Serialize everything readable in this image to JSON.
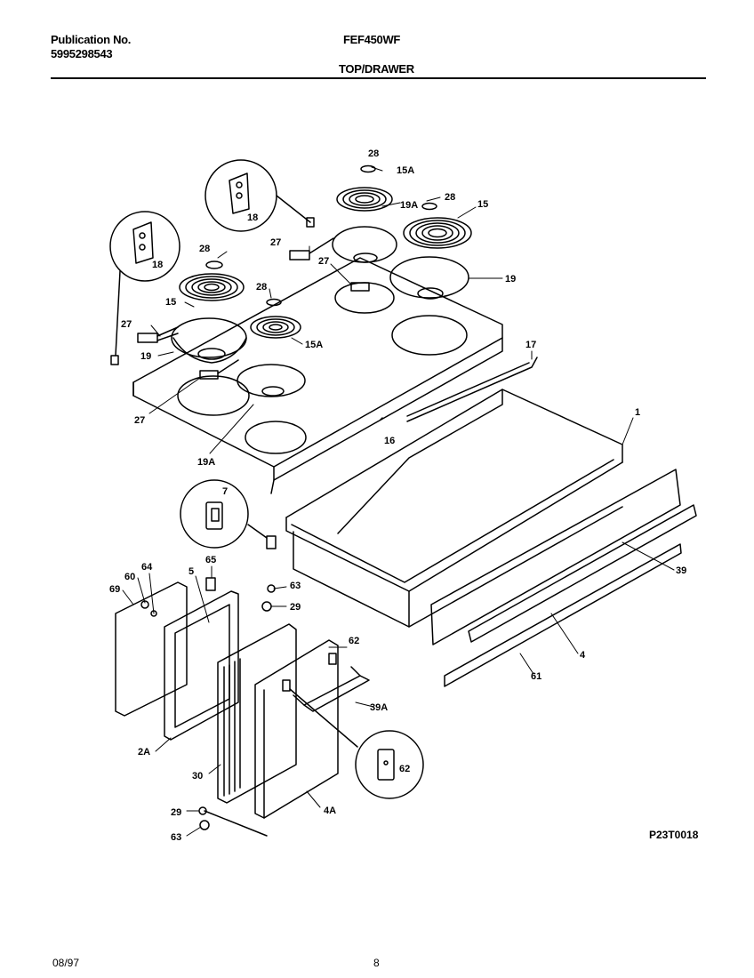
{
  "header": {
    "publication_label": "Publication No.",
    "publication_number": "5995298543",
    "model": "FEF450WF",
    "section": "TOP/DRAWER"
  },
  "footer": {
    "diagram_code": "P23T0018",
    "date": "08/97",
    "page": "8"
  },
  "callouts": {
    "c28a": "28",
    "c15a_top": "15A",
    "c19a_top": "19A",
    "c28b": "28",
    "c15_top": "15",
    "c18_top": "18",
    "c18_left": "18",
    "c27a": "27",
    "c27b": "27",
    "c19_right": "19",
    "c28c": "28",
    "c15_left": "15",
    "c28d": "28",
    "c27c": "27",
    "c15a_mid": "15A",
    "c19_left": "19",
    "c27d": "27",
    "c17": "17",
    "c1": "1",
    "c16": "16",
    "c19a_bot": "19A",
    "c7": "7",
    "c39": "39",
    "c65": "65",
    "c64": "64",
    "c60": "60",
    "c69": "69",
    "c5": "5",
    "c63a": "63",
    "c29a": "29",
    "c62a": "62",
    "c4": "4",
    "c61": "61",
    "c39a": "39A",
    "c62b": "62",
    "c2a": "2A",
    "c30": "30",
    "c4a": "4A",
    "c29b": "29",
    "c63b": "63"
  }
}
